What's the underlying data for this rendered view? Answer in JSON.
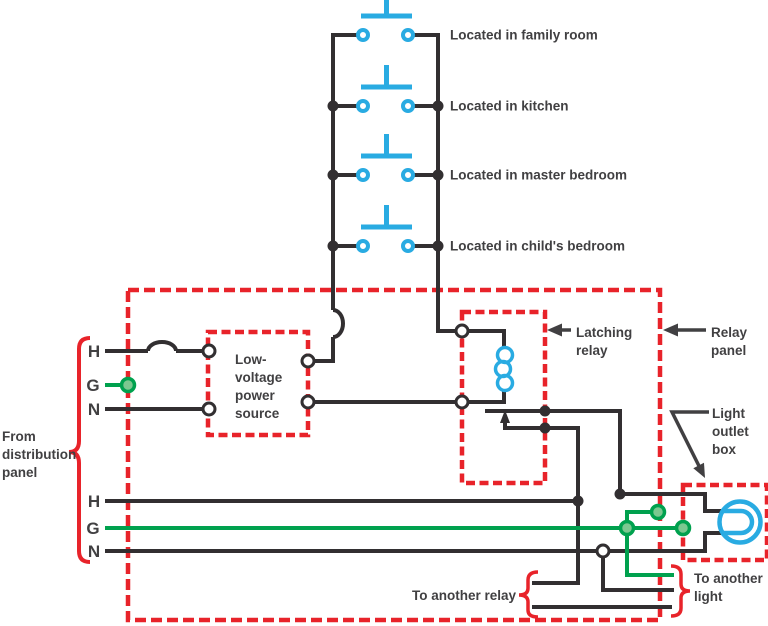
{
  "title": "Low-voltage switching wiring diagram",
  "colors": {
    "wire_black": "#322F31",
    "ground_green": "#00A14E",
    "ground_dot_fill": "#7CC890",
    "device_blue": "#29ABE2",
    "boundary_red": "#E8232A",
    "label_gray": "#414042",
    "background": "#FFFFFF"
  },
  "switches": {
    "locations": [
      "Located in family room",
      "Located in kitchen",
      "Located in master bedroom",
      "Located in child's bedroom"
    ]
  },
  "power_source": {
    "lines": [
      "Low-",
      "voltage",
      "power",
      "source"
    ]
  },
  "callouts": {
    "latching_relay": [
      "Latching",
      "relay"
    ],
    "relay_panel": [
      "Relay",
      "panel"
    ],
    "light_outlet_box": [
      "Light",
      "outlet",
      "box"
    ],
    "from_distribution_panel": [
      "From",
      "distribution",
      "panel"
    ],
    "to_another_relay": "To another relay",
    "to_another_light": [
      "To another",
      "light"
    ]
  },
  "feeds": {
    "top": [
      "H",
      "G",
      "N"
    ],
    "bottom": [
      "H",
      "G",
      "N"
    ]
  }
}
